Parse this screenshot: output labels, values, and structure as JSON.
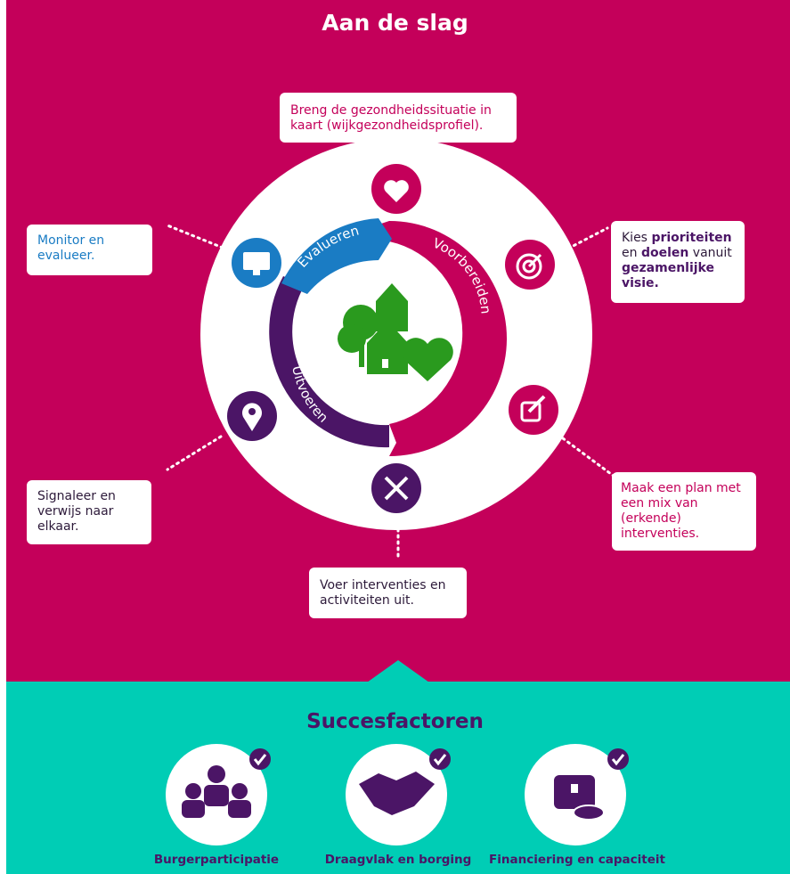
{
  "header": {
    "title": "Aan de slag"
  },
  "cycle": {
    "phases": [
      {
        "id": "evalueren",
        "label": "Evalueren",
        "color": "#1a7cc4"
      },
      {
        "id": "voorbereiden",
        "label": "Voorbereiden",
        "color": "#c4005a"
      },
      {
        "id": "uitvoeren",
        "label": "Uitvoeren",
        "color": "#4b1566"
      }
    ]
  },
  "steps": {
    "profile": "Breng de gezondheidssituatie in kaart (wijkgezondheidsprofiel).",
    "priorities": {
      "t1": "Kies ",
      "b1": "prioriteiten",
      "t2": "en ",
      "b2": "doelen",
      "t3": " vanuit",
      "b3": "gezamenlijke",
      "b4": "visie."
    },
    "plan": "Maak een plan met een mix van (erkende) interventies.",
    "execute": "Voer interventies en activiteiten uit.",
    "signal": "Signaleer en verwijs naar elkaar.",
    "monitor": "Monitor en evalueer."
  },
  "success": {
    "title": "Succesfactoren",
    "items": [
      {
        "label": "Burgerparticipatie",
        "icon": "people-icon"
      },
      {
        "label": "Draagvlak en borging",
        "icon": "handshake-icon"
      },
      {
        "label": "Financiering en capaciteit",
        "icon": "treasure-chest-icon"
      }
    ]
  },
  "colors": {
    "magenta": "#c4005a",
    "teal": "#00cdb5",
    "purple": "#4b1566",
    "blue": "#1a7cc4",
    "green": "#2a9a1e"
  }
}
